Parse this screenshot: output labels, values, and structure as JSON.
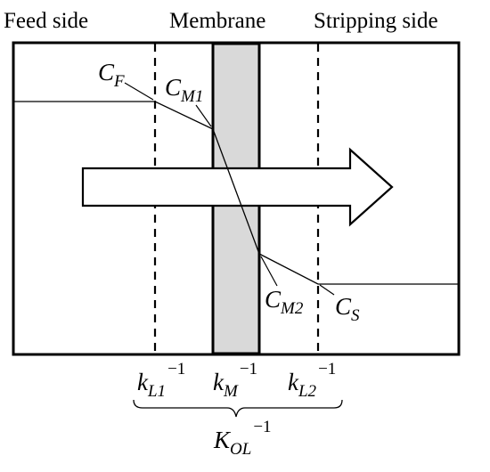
{
  "headers": {
    "feed": "Feed side",
    "membrane": "Membrane",
    "stripping": "Stripping side"
  },
  "concentrations": {
    "cf": {
      "main": "C",
      "sub": "F"
    },
    "cm1": {
      "main": "C",
      "sub": "M1"
    },
    "cm2": {
      "main": "C",
      "sub": "M2"
    },
    "cs": {
      "main": "C",
      "sub": "S"
    }
  },
  "resistances": {
    "kl1": {
      "main": "k",
      "sub": "L1",
      "sup": "−1"
    },
    "km": {
      "main": "k",
      "sub": "M",
      "sup": "−1"
    },
    "kl2": {
      "main": "k",
      "sub": "L2",
      "sup": "−1"
    },
    "kol": {
      "main": "K",
      "sub": "OL",
      "sup": "−1"
    }
  },
  "colors": {
    "membrane_fill": "#d9d9d9",
    "stroke": "#000000",
    "background": "#ffffff"
  }
}
